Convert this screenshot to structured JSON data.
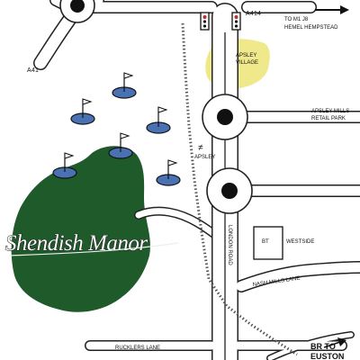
{
  "map": {
    "labels": {
      "a414": "A414",
      "m1": "TO M1 J8",
      "hemel": "HEMEL HEMPSTEAD",
      "a41": "A41",
      "village_line1": "APSLEY",
      "village_line2": "VILLAGE",
      "retail_line1": "APSLEY MILLS",
      "retail_line2": "RETAIL PARK",
      "station": "APSLEY",
      "station_symbol": "≠",
      "bt": "BT",
      "westside": "WESTSIDE",
      "london_road": "LONDON ROAD",
      "nash_mills": "NASH MILLS LANE",
      "ruckler": "RUCKLERS LANE",
      "br_line1": "BR TO",
      "br_line2": "EUSTON",
      "estate": "Shendish Manor"
    },
    "colors": {
      "roads": "#222222",
      "golf_course": "#1f5a2b",
      "village_area": "#efe98c",
      "golf_hole": "#4a72b3",
      "railway": "#555555"
    },
    "icons": [
      "traffic-light-icon",
      "golf-flag-icon",
      "arrow-right-icon",
      "rail-symbol-icon"
    ]
  }
}
